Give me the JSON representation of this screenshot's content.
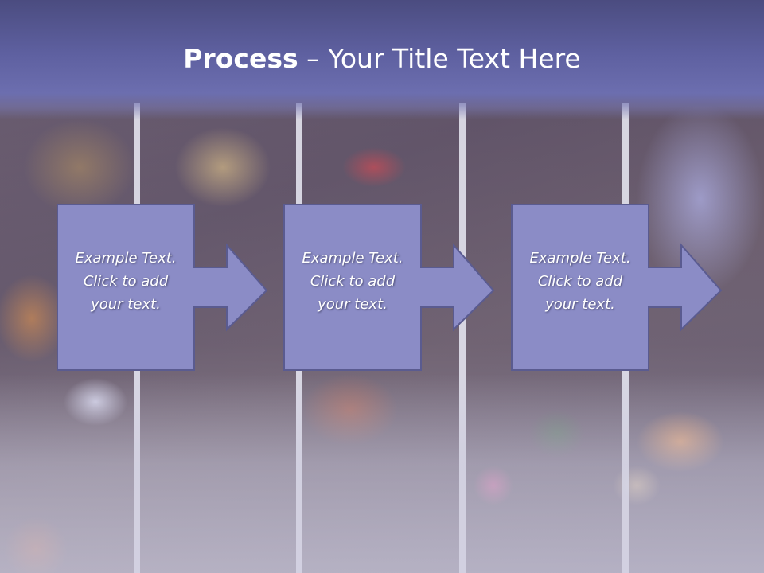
{
  "slide": {
    "title_bold": "Process",
    "title_rest": " – Your Title Text Here"
  },
  "steps": [
    {
      "text": "Example Text.\nClick  to add\nyour text."
    },
    {
      "text": "Example Text.\nClick  to add\nyour text."
    },
    {
      "text": "Example Text.\nClick  to add\nyour text."
    }
  ],
  "colors": {
    "title_bar": "#5e60a0",
    "box_fill": "#8b8cc6",
    "box_border": "#5a5b90",
    "title_text": "#ffffff"
  }
}
